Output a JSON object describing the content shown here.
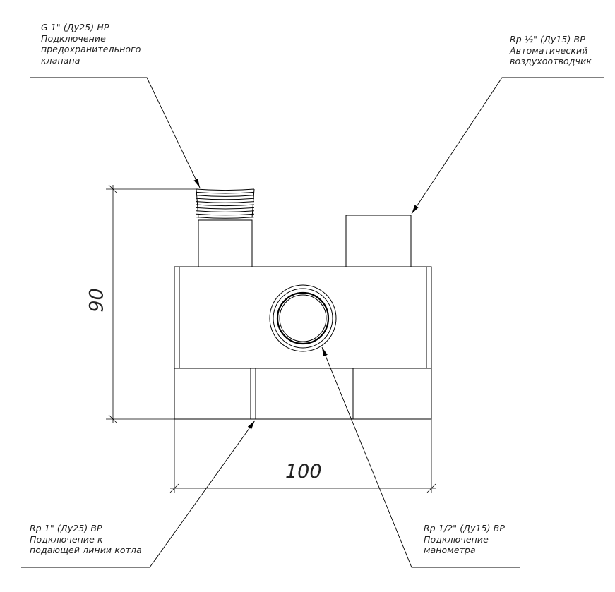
{
  "annotations": {
    "safety_valve": {
      "lines": [
        "G 1\" (Ду25) НР",
        "Подключение",
        "предохранительного",
        "клапана"
      ]
    },
    "air_vent": {
      "lines": [
        "Rp ½\" (Ду15) ВР",
        "Автоматический",
        "воздухоотводчик"
      ]
    },
    "boiler_supply": {
      "lines": [
        "Rp 1\" (Ду25) ВР",
        "Подключение к",
        "подающей линии котла"
      ]
    },
    "manometer": {
      "lines": [
        "Rp 1/2\" (Ду15) ВР",
        "Подключение",
        "манометра"
      ]
    }
  },
  "dimensions": {
    "height": "90",
    "width": "100"
  },
  "colors": {
    "line": "#000000",
    "text": "#222222",
    "background": "#ffffff"
  }
}
